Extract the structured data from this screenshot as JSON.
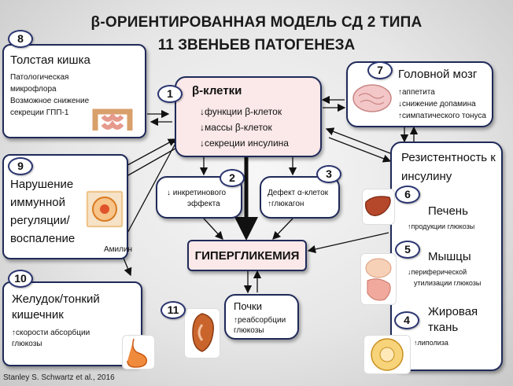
{
  "title": {
    "line1": "β-ОРИЕНТИРОВАННАЯ МОДЕЛЬ СД 2 ТИПА",
    "line2": "11 ЗВЕНЬЕВ ПАТОГЕНЕЗА"
  },
  "center": {
    "label": "ГИПЕРГЛИКЕМИЯ"
  },
  "amylin": "Амилин",
  "credit": "Stanley S. Schwartz et al., 2016",
  "nodes": {
    "n1": {
      "num": "1",
      "title": "β-клетки",
      "lines": [
        "↓функции β-клеток",
        "↓массы β-клеток",
        "↓секреции инсулина"
      ]
    },
    "n2": {
      "num": "2",
      "lines": [
        "↓ инкретинового",
        "эффекта"
      ]
    },
    "n3": {
      "num": "3",
      "lines": [
        "Дефект α-клеток",
        "↑глюкагон"
      ]
    },
    "n4": {
      "num": "4",
      "title_l1": "Жировая",
      "title_l2": "ткань",
      "line": "↑липолиза"
    },
    "n5": {
      "num": "5",
      "title": "Мышцы",
      "lines": [
        "↓периферической",
        "утилизации глюкозы"
      ]
    },
    "n6": {
      "num": "6",
      "title": "Печень",
      "line": "↑продукции глюкозы"
    },
    "n7": {
      "num": "7",
      "title": "Головной мозг",
      "lines": [
        "↑аппетита",
        "↓снижение допамина",
        "↑симпатического тонуса"
      ]
    },
    "n8": {
      "num": "8",
      "title": "Толстая кишка",
      "lines": [
        "Патологическая",
        "микрофлора",
        "Возможное снижение",
        "секреции ГПП-1"
      ]
    },
    "n9": {
      "num": "9",
      "lines": [
        "Нарушение",
        "иммунной",
        "регуляции/",
        "воспаление"
      ]
    },
    "n10": {
      "num": "10",
      "lines": [
        "Желудок/тонкий",
        "кишечник"
      ],
      "sub": [
        "↑скорости абсорбции",
        "глюкозы"
      ]
    },
    "n11": {
      "num": "11",
      "title": "Почки",
      "lines": [
        "↑реабсорбции",
        "глюкозы"
      ]
    },
    "resist": {
      "lines": [
        "Резистентность к",
        "инсулину"
      ]
    }
  }
}
